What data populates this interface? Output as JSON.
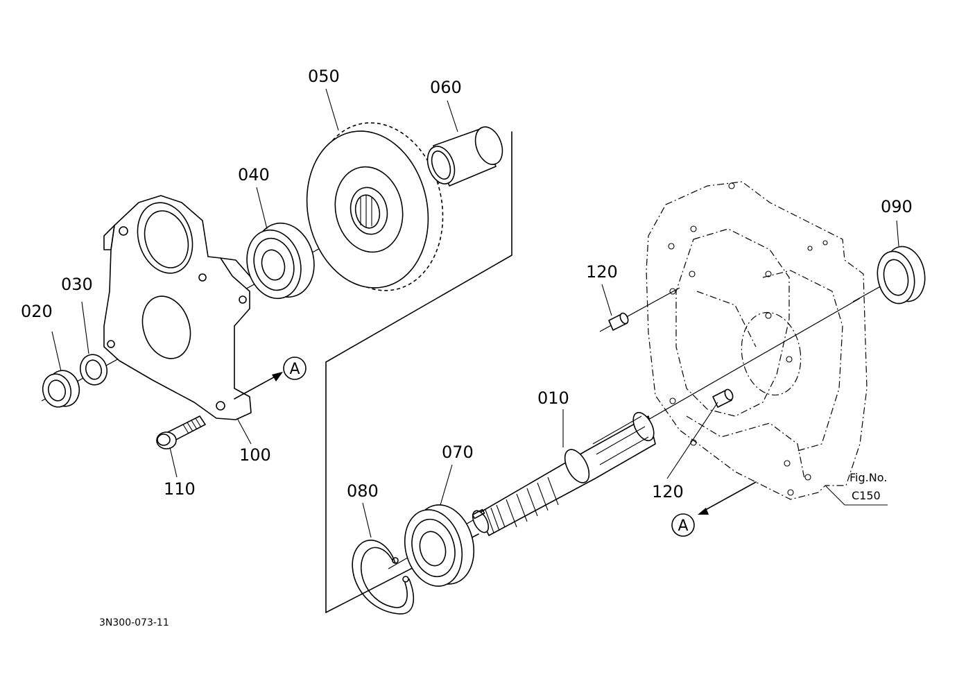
{
  "callouts": {
    "p010": "010",
    "p020": "020",
    "p030": "030",
    "p040": "040",
    "p050": "050",
    "p060": "060",
    "p070": "070",
    "p080": "080",
    "p090": "090",
    "p100": "100",
    "p110": "110",
    "p120_top": "120",
    "p120_bottom": "120"
  },
  "refs": {
    "a_left": "A",
    "a_right": "A"
  },
  "figure": {
    "label": "Fig.No.",
    "number": "C150"
  },
  "drawing_number": "3N300-073-11"
}
